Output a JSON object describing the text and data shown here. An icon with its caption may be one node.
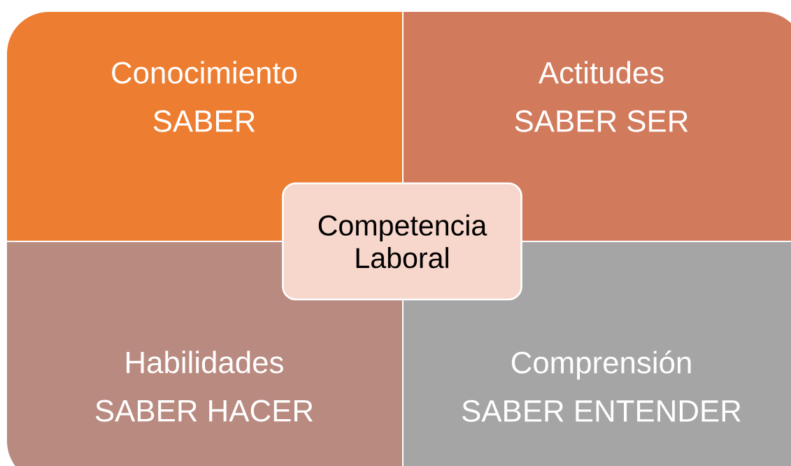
{
  "diagram": {
    "nodes": [
      {
        "text": [
          "Conocimiento",
          "SABER"
        ]
      },
      {
        "text": [
          "Actitudes",
          "SABER SER"
        ]
      },
      {
        "text": [
          "Habilidades",
          "SABER HACER"
        ]
      },
      {
        "text": [
          "Comprensión",
          "SABER ENTENDER"
        ]
      },
      {
        "text": [
          "Competencia Laboral"
        ]
      }
    ]
  }
}
